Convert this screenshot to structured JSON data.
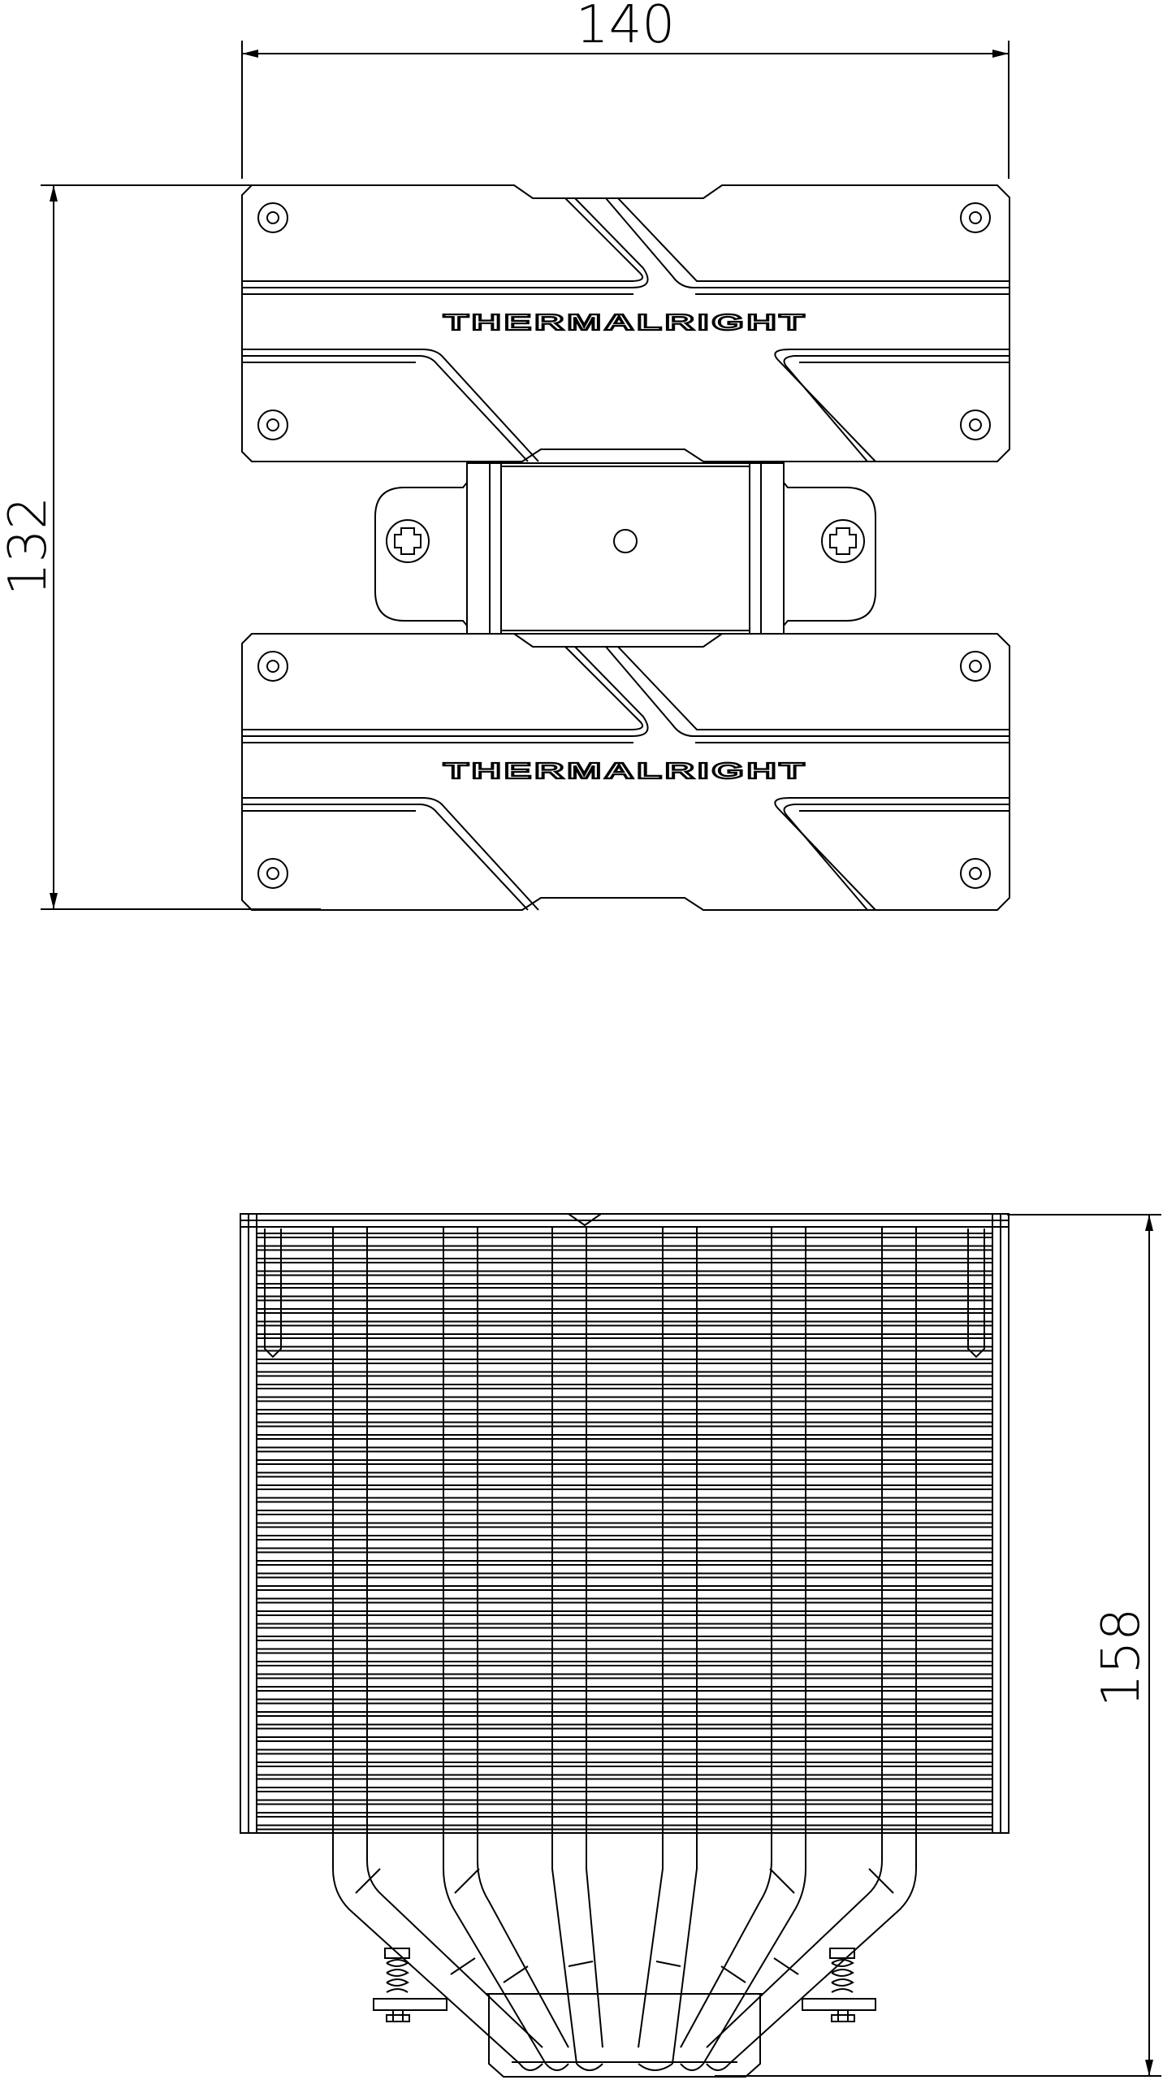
{
  "drawing": {
    "brand_label": "THERMALRIGHT",
    "dimensions": {
      "width_top": "140",
      "depth_left": "132",
      "height_right": "158"
    }
  }
}
